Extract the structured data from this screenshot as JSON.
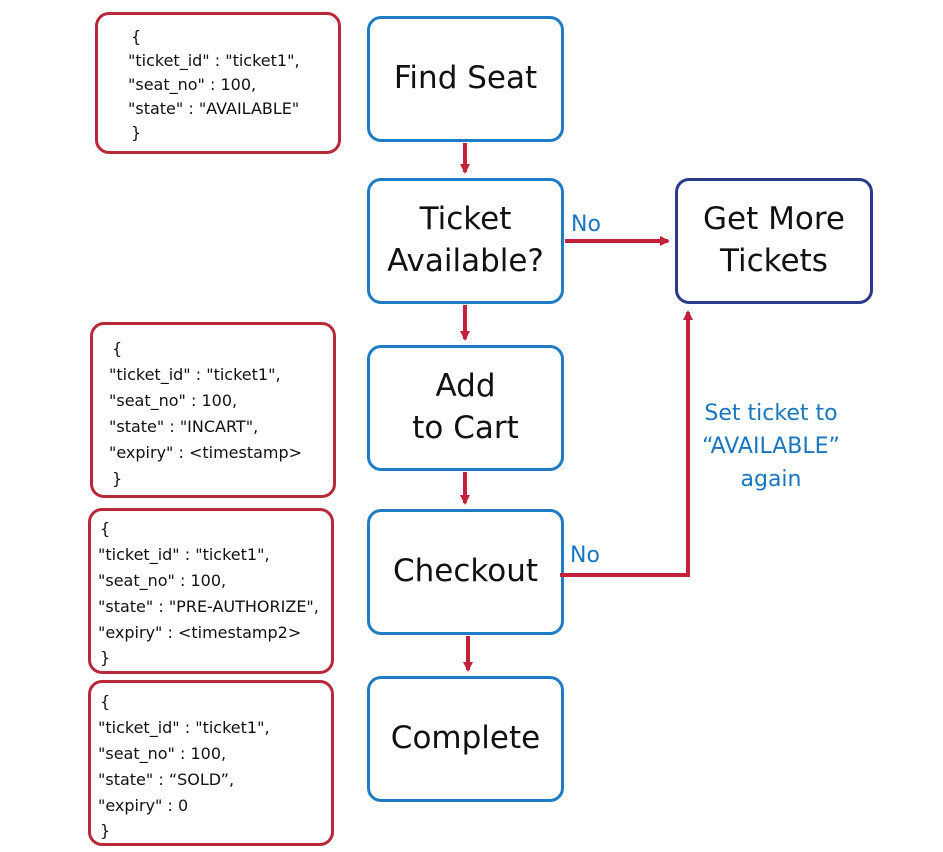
{
  "json_boxes": [
    {
      "lines": [
        "{",
        "\"ticket_id\" : \"ticket1\",",
        "\"seat_no\" : 100,",
        "\"state\" : \"AVAILABLE\"",
        "}"
      ]
    },
    {
      "lines": [
        "{",
        "\"ticket_id\" : \"ticket1\",",
        "\"seat_no\" : 100,",
        "\"state\" : \"INCART\",",
        "\"expiry\" : <timestamp>",
        "}"
      ]
    },
    {
      "lines": [
        "{",
        "\"ticket_id\" : \"ticket1\",",
        "\"seat_no\" : 100,",
        "\"state\" : \"PRE-AUTHORIZE\",",
        "\"expiry\" : <timestamp2>",
        "}"
      ]
    },
    {
      "lines": [
        "{",
        "\"ticket_id\" : \"ticket1\",",
        "\"seat_no\" : 100,",
        "\"state\" : “SOLD”,",
        "\"expiry\" : 0",
        "}"
      ]
    }
  ],
  "steps": {
    "find_seat": [
      "Find Seat"
    ],
    "ticket_available": [
      "Ticket",
      "Available?"
    ],
    "add_to_cart": [
      "Add",
      "to Cart"
    ],
    "checkout": [
      "Checkout"
    ],
    "complete": [
      "Complete"
    ],
    "get_more_tickets": [
      "Get More",
      "Tickets"
    ]
  },
  "edge_labels": {
    "available_no": "No",
    "checkout_no": "No"
  },
  "note_lines": [
    "Set ticket to",
    "“AVAILABLE”",
    "again"
  ],
  "colors": {
    "json_border": "#b8293b",
    "step_border": "#1f7cc4",
    "alt_step_border": "#2a3a8c",
    "arrow": "#c22139",
    "label": "#1a76c0"
  }
}
